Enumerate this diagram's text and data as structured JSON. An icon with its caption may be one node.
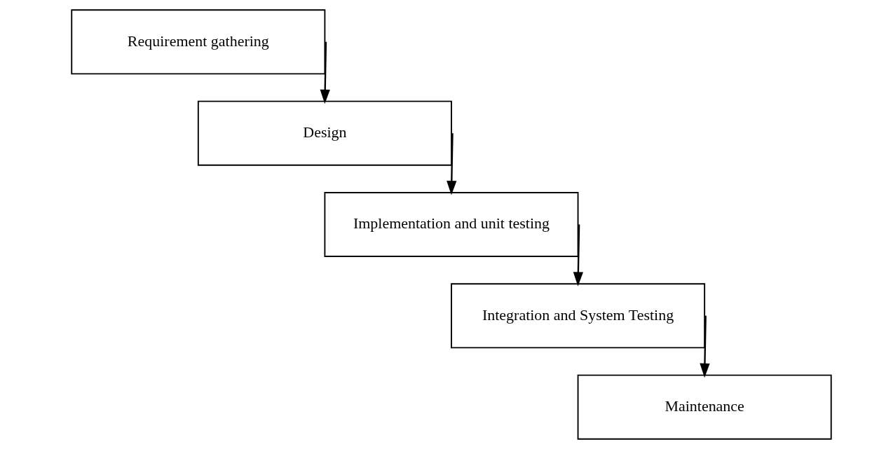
{
  "diagram": {
    "nodes": [
      {
        "text": [
          "Requirement gathering"
        ]
      },
      {
        "text": [
          "Design"
        ]
      },
      {
        "text": [
          "Implementation and unit testing"
        ]
      },
      {
        "text": [
          "Integration and System Testing"
        ]
      },
      {
        "text": [
          "Maintenance"
        ]
      }
    ],
    "edges": [
      {
        "from": 0,
        "to": 1,
        "arrow": "to"
      },
      {
        "from": 1,
        "to": 2,
        "arrow": "to"
      },
      {
        "from": 2,
        "to": 3,
        "arrow": "to"
      },
      {
        "from": 3,
        "to": 4,
        "arrow": "to"
      }
    ]
  }
}
